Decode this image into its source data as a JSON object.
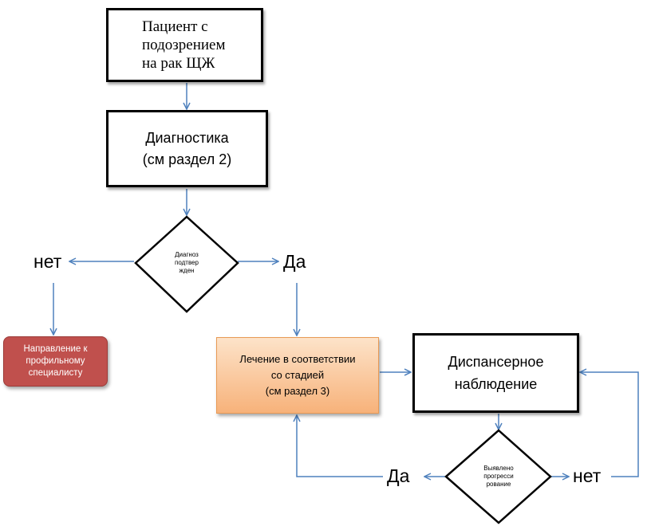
{
  "diagram": {
    "patient_box": {
      "lines": [
        "Пациент с",
        "подозрением",
        "на рак ЩЖ"
      ]
    },
    "diagnostics_box": {
      "lines": [
        "Диагностика",
        "(см раздел 2)"
      ]
    },
    "diagnosis_decision": {
      "lines": [
        "Диагноз",
        "подтвер",
        "жден"
      ]
    },
    "label_no_left": "нет",
    "label_yes_right": "Да",
    "referral_box": {
      "lines": [
        "Направление к",
        "профильному",
        "специалисту"
      ]
    },
    "treatment_box": {
      "lines": [
        "Лечение в соответствии",
        "со стадией",
        "(см раздел 3)"
      ]
    },
    "followup_box": {
      "lines": [
        "Диспансерное",
        "наблюдение"
      ]
    },
    "progression_decision": {
      "lines": [
        "Выявлено",
        "прогресси",
        "рование"
      ]
    },
    "label_yes_bottom": "Да",
    "label_no_bottom": "нет",
    "colors": {
      "arrow": "#4f81bd",
      "box_border": "#000000",
      "treatment_fill": "#f8c08d",
      "referral_fill": "#c0504d"
    }
  }
}
